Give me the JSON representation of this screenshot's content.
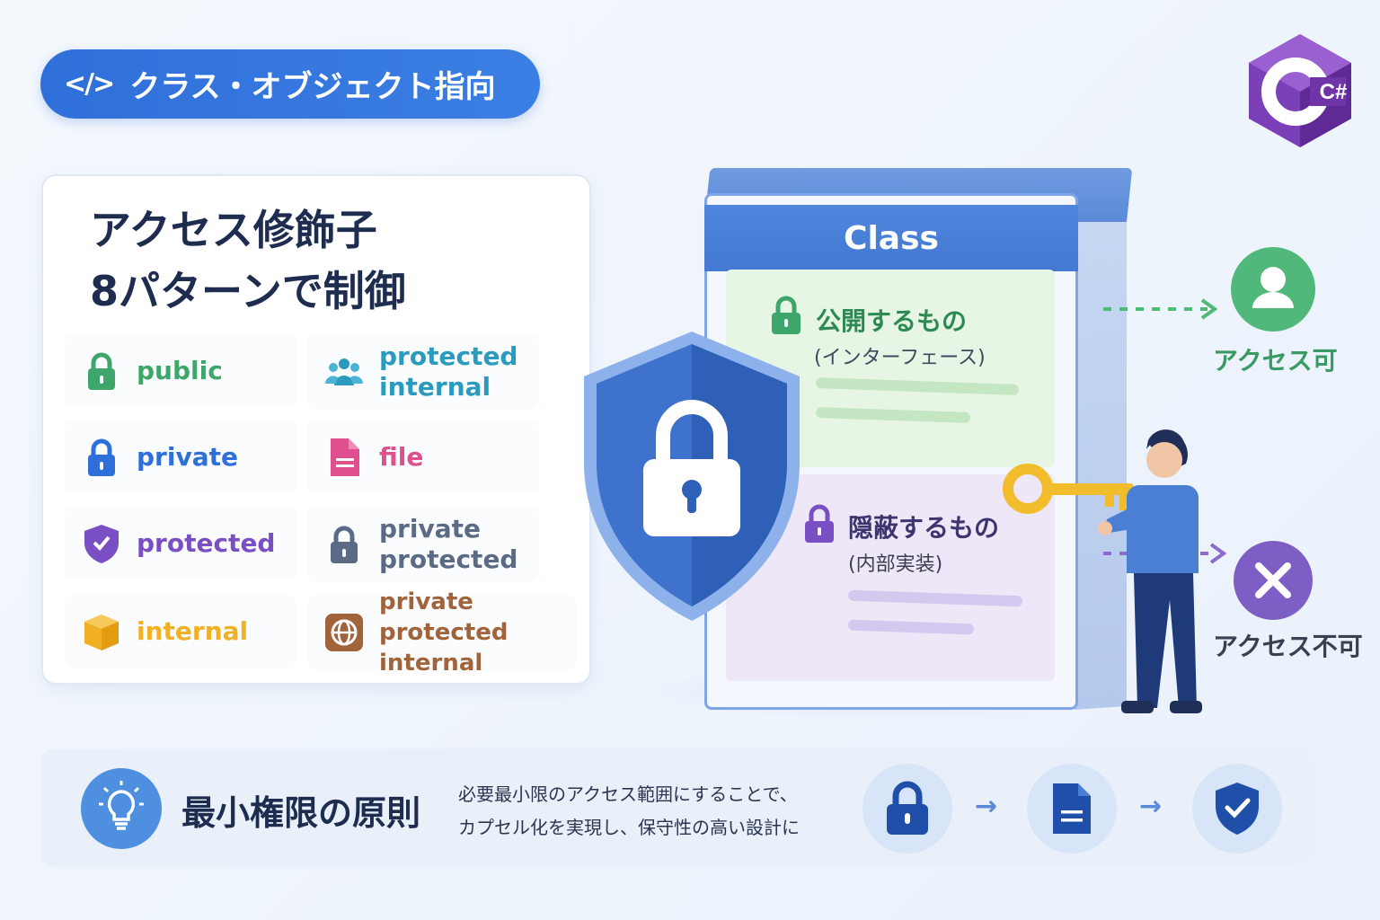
{
  "header": {
    "topic_icon": "</>",
    "topic_label": "クラス・オブジェクト指向",
    "logo_text": "C#"
  },
  "card": {
    "title_line1": "アクセス修飾子",
    "title_line2": "8パターンで制御",
    "modifiers": [
      {
        "line1": "public",
        "line2": "",
        "icon": "lock-icon",
        "color": "#3ea66a"
      },
      {
        "line1": "protected",
        "line2": "internal",
        "icon": "group-icon",
        "color": "#2a9bbf"
      },
      {
        "line1": "private",
        "line2": "",
        "icon": "lock-icon",
        "color": "#2f6fd9"
      },
      {
        "line1": "file",
        "line2": "",
        "icon": "file-icon",
        "color": "#e0508f"
      },
      {
        "line1": "protected",
        "line2": "",
        "icon": "shield-icon",
        "color": "#7a4fc4"
      },
      {
        "line1": "private",
        "line2": "protected",
        "icon": "lock-icon",
        "color": "#5b6b86"
      },
      {
        "line1": "internal",
        "line2": "",
        "icon": "box-icon",
        "color": "#f2b025"
      },
      {
        "line1": "private protected",
        "line2": "internal",
        "icon": "globe-icon",
        "color": "#a0633a"
      }
    ]
  },
  "diagram": {
    "class_label": "Class",
    "public_title": "公開するもの",
    "public_sub": "(インターフェース)",
    "private_title": "隠蔽するもの",
    "private_sub": "(内部実装)",
    "allowed_label": "アクセス可",
    "denied_label": "アクセス不可"
  },
  "principle": {
    "title": "最小権限の原則",
    "desc_line1": "必要最小限のアクセス範囲にすることで、",
    "desc_line2": "カプセル化を実現し、保守性の高い設計に"
  }
}
